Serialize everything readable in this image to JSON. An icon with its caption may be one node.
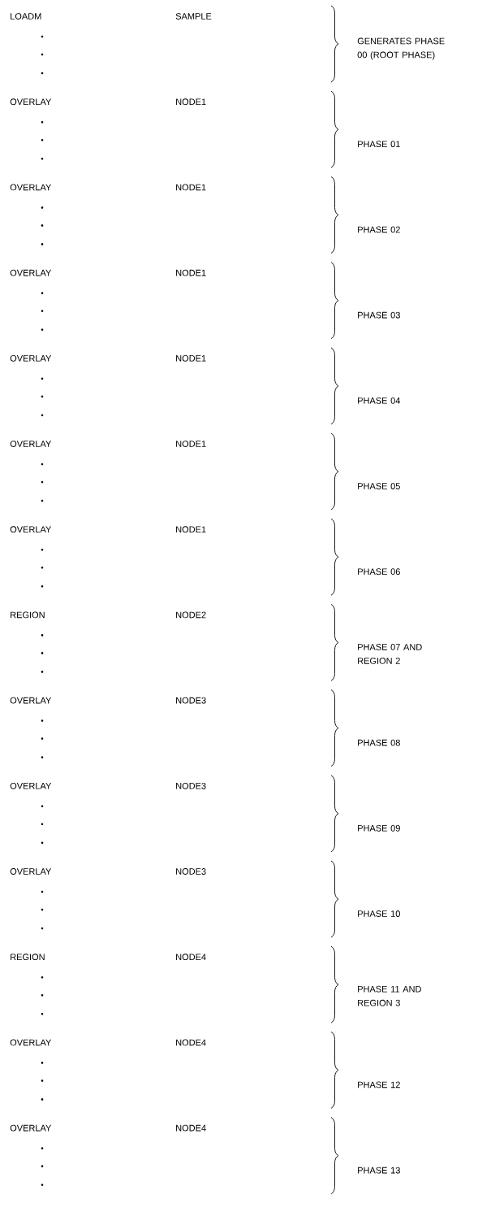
{
  "diagram": {
    "labels": [
      "LOADM",
      "SAMPLE",
      "GENERATES PHASE 00 (ROOT PHASE)",
      "OVERLAY",
      "NODE1",
      "PHASE 01",
      "OVERLAY",
      "NODE1",
      "PHASE 02",
      "OVERLAY",
      "NODE1",
      "PHASE 03",
      "OVERLAY",
      "NODE1",
      "PHASE 04",
      "OVERLAY",
      "NODE1",
      "PHASE 05",
      "OVERLAY",
      "NODE1",
      "PHASE 06",
      "REGION",
      "NODE2",
      "PHASE 07 AND REGION 2",
      "OVERLAY",
      "NODE3",
      "PHASE 08",
      "OVERLAY",
      "NODE3",
      "PHASE 09",
      "OVERLAY",
      "NODE3",
      "PHASE 10",
      "REGION",
      "NODE4",
      "PHASE 11 AND REGION 3",
      "OVERLAY",
      "NODE4",
      "PHASE 12",
      "OVERLAY",
      "NODE4",
      "PHASE 13"
    ]
  }
}
